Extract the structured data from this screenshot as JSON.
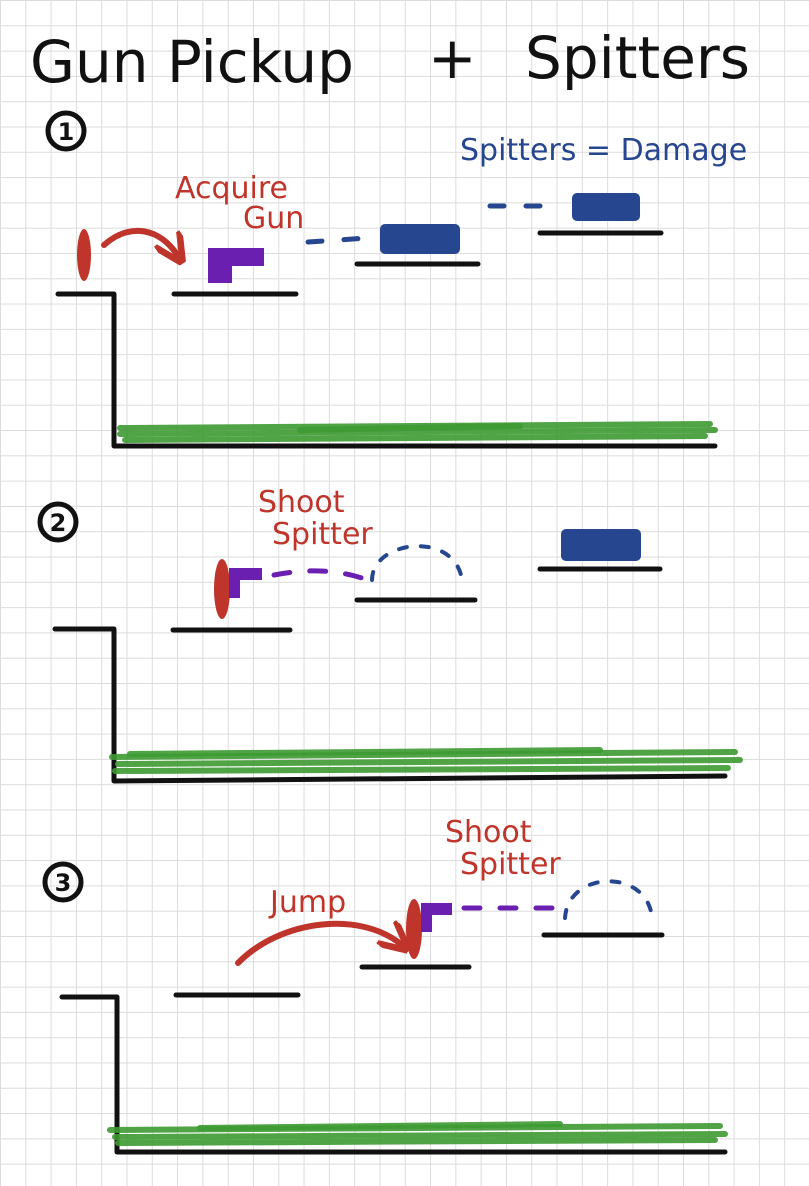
{
  "title": {
    "left": "Gun Pickup",
    "plus": "+",
    "right": "Spitters"
  },
  "colors": {
    "ink": "#111111",
    "player": "#c0352b",
    "gun": "#6a1fb0",
    "spitter": "#26468f",
    "grass": "#3d9a32"
  },
  "panels": [
    {
      "number": "1",
      "labels": {
        "acquire_line1": "Acquire",
        "acquire_line2": "Gun",
        "spitters_note": "Spitters = Damage"
      }
    },
    {
      "number": "2",
      "labels": {
        "shoot_line1": "Shoot",
        "shoot_line2": "Spitter"
      }
    },
    {
      "number": "3",
      "labels": {
        "jump": "Jump",
        "shoot_line1": "Shoot",
        "shoot_line2": "Spitter"
      }
    }
  ]
}
